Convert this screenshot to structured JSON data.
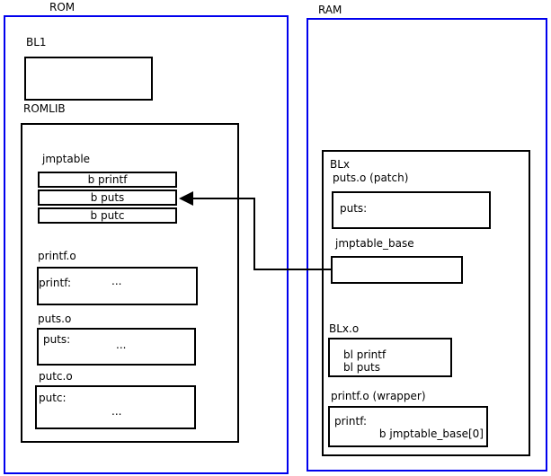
{
  "colors": {
    "container_border": "#0000ee",
    "box_border": "#000000",
    "background": "#ffffff",
    "arrow": "#000000"
  },
  "rom": {
    "label": "ROM",
    "bl1": {
      "label": "BL1"
    },
    "romlib": {
      "label": "ROMLIB",
      "jmptable": {
        "label": "jmptable",
        "rows": [
          "b printf",
          "b puts",
          "b putc"
        ]
      },
      "printf_o": {
        "label": "printf.o",
        "symbol": "printf:",
        "body": "..."
      },
      "puts_o": {
        "label": "puts.o",
        "symbol": "puts:",
        "body": "..."
      },
      "putc_o": {
        "label": "putc.o",
        "symbol": "putc:",
        "body": "..."
      }
    }
  },
  "ram": {
    "label": "RAM",
    "blx": {
      "label": "BLx",
      "puts_patch": {
        "label": "puts.o (patch)",
        "symbol": "puts:"
      },
      "jmptable_base": {
        "label": "jmptable_base"
      },
      "blx_o": {
        "label": "BLx.o",
        "lines": [
          "bl printf",
          "bl puts"
        ]
      },
      "printf_wrapper": {
        "label": "printf.o (wrapper)",
        "symbol": "printf:",
        "body": "b jmptable_base[0]"
      }
    }
  },
  "arrow": {
    "from": "jmptable_base",
    "to": "jmptable row b puts"
  }
}
